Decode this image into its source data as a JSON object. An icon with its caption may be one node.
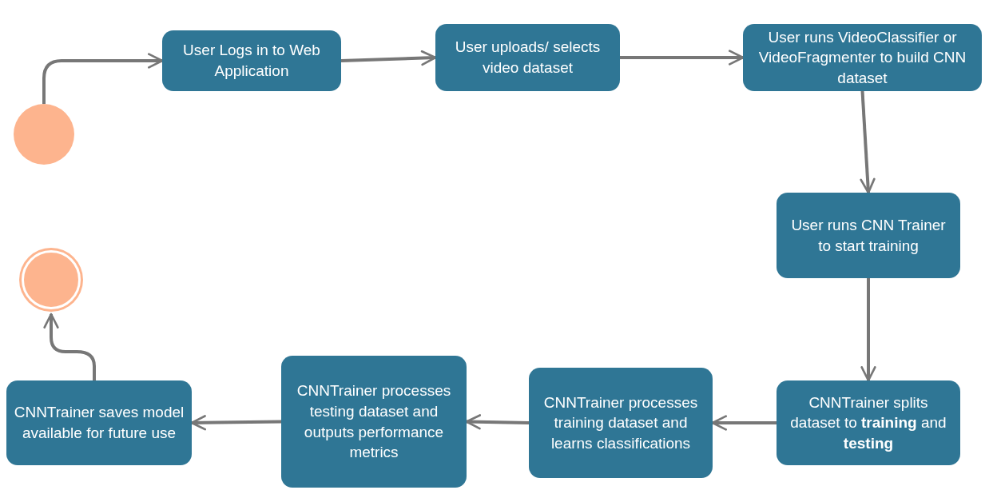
{
  "diagram": {
    "nodes": [
      {
        "text": [],
        "shape": "circle"
      },
      {
        "text": [
          "User Logs in to Web Application"
        ]
      },
      {
        "text": [
          "User uploads/ selects video dataset"
        ]
      },
      {
        "text": [
          "User runs VideoClassifier or VideoFragmenter to build CNN dataset"
        ]
      },
      {
        "text": [
          "User runs CNN Trainer to start training"
        ]
      },
      {
        "text": [
          "CNNTrainer splits dataset to **training** and **testing**"
        ]
      },
      {
        "text": [
          "CNNTrainer processes training dataset and learns classifications"
        ]
      },
      {
        "text": [
          "CNNTrainer processes testing dataset and outputs performance metrics"
        ]
      },
      {
        "text": [
          "CNNTrainer saves model available for future use"
        ]
      },
      {
        "text": [],
        "shape": "circle"
      }
    ],
    "edges": [
      {
        "from": 0,
        "to": 1,
        "arrow": "to"
      },
      {
        "from": 1,
        "to": 2,
        "arrow": "to"
      },
      {
        "from": 2,
        "to": 3,
        "arrow": "to"
      },
      {
        "from": 3,
        "to": 4,
        "arrow": "to"
      },
      {
        "from": 4,
        "to": 5,
        "arrow": "to"
      },
      {
        "from": 5,
        "to": 6,
        "arrow": "to"
      },
      {
        "from": 6,
        "to": 7,
        "arrow": "to"
      },
      {
        "from": 7,
        "to": 8,
        "arrow": "to"
      },
      {
        "from": 8,
        "to": 9,
        "arrow": "to"
      }
    ]
  }
}
